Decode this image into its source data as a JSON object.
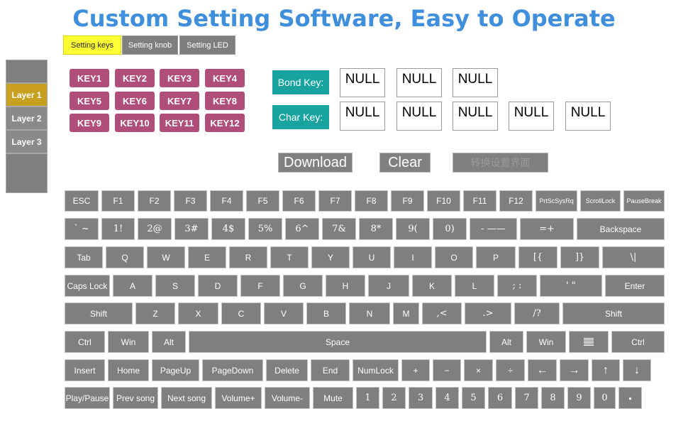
{
  "title": "Custom Setting Software, Easy to Operate",
  "tabs": [
    "Setting keys",
    "Setting knob",
    "Setting LED"
  ],
  "layers": [
    "Layer 1",
    "Layer 2",
    "Layer 3"
  ],
  "custom_keys": [
    "KEY1",
    "KEY2",
    "KEY3",
    "KEY4",
    "KEY5",
    "KEY6",
    "KEY7",
    "KEY8",
    "KEY9",
    "KEY10",
    "KEY11",
    "KEY12"
  ],
  "bond_label": "Bond Key:",
  "char_label": "Char Key:",
  "bond_values": [
    "NULL",
    "NULL",
    "NULL"
  ],
  "char_values": [
    "NULL",
    "NULL",
    "NULL",
    "NULL",
    "NULL"
  ],
  "actions": {
    "download": "Download",
    "clear": "Clear",
    "disabled": "转换设置界面"
  },
  "keyboard": {
    "row1": [
      "ESC",
      "F1",
      "F2",
      "F3",
      "F4",
      "F5",
      "F6",
      "F7",
      "F8",
      "F9",
      "F10",
      "F11",
      "F12",
      "PrtScSysRq",
      "ScrollLock",
      "PauseBreak"
    ],
    "row2": [
      "` ~",
      "1!",
      "2@",
      "3#",
      "4$",
      "5%",
      "6^",
      "7&",
      "8*",
      "9(",
      "0)",
      "- ——",
      "=+",
      "Backspace"
    ],
    "row3": [
      "Tab",
      "Q",
      "W",
      "E",
      "R",
      "T",
      "Y",
      "U",
      "I",
      "O",
      "P",
      "[{",
      "]}",
      "\\|"
    ],
    "row4": [
      "Caps Lock",
      "A",
      "S",
      "D",
      "F",
      "G",
      "H",
      "J",
      "K",
      "L",
      "; :",
      "' \"",
      "Enter"
    ],
    "row5": [
      "Shift",
      "Z",
      "X",
      "C",
      "V",
      "B",
      "N",
      "M",
      ",<",
      ".>",
      "/?",
      "Shift"
    ],
    "row6": [
      "Ctrl",
      "Win",
      "Alt",
      "Space",
      "Alt",
      "Win",
      "",
      "Ctrl"
    ],
    "row7": [
      "Insert",
      "Home",
      "PageUp",
      "PageDown",
      "Delete",
      "End",
      "NumLock",
      "+",
      "−",
      "×",
      "÷",
      "←",
      "→",
      "↑",
      "↓"
    ],
    "row8": [
      "Play/Pause",
      "Prev song",
      "Next song",
      "Volume+",
      "Volume-",
      "Mute",
      "1",
      "2",
      "3",
      "4",
      "5",
      "6",
      "7",
      "8",
      "9",
      "0",
      "▪"
    ]
  },
  "icons": {
    "menu_key": "menu-icon"
  },
  "colors": {
    "title": "#3f8fdc",
    "tab_active": "#ffff33",
    "layer_active": "#c8a020",
    "custom_key": "#b04e7a",
    "label": "#18a39e",
    "key": "#7f7f7f"
  }
}
